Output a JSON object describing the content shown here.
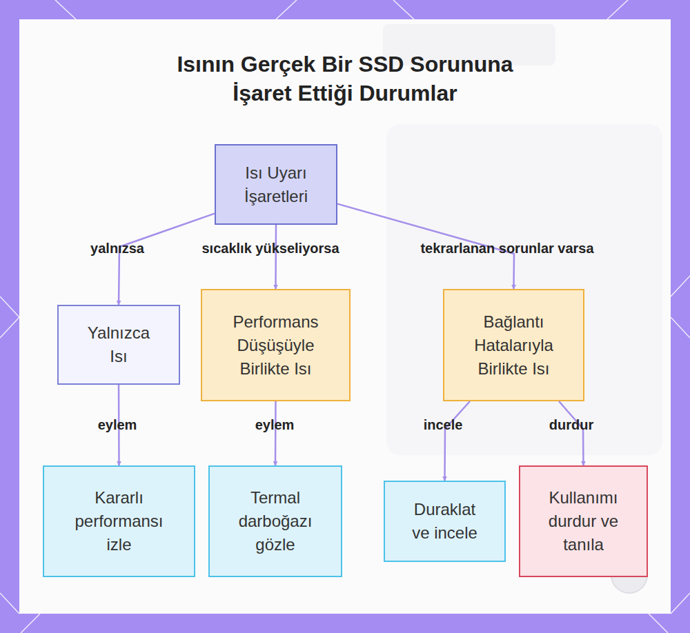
{
  "diagram": {
    "title": "Isının Gerçek Bir SSD Sorununa İşaret Ettiği Durumlar",
    "nodes": [
      {
        "text": [
          "Isı Uyarı İşaretleri"
        ]
      },
      {
        "text": [
          "Yalnızca Isı"
        ]
      },
      {
        "text": [
          "Performans Düşüşüyle Birlikte Isı"
        ]
      },
      {
        "text": [
          "Bağlantı Hatalarıyla Birlikte Isı"
        ]
      },
      {
        "text": [
          "Kararlı performansı izle"
        ]
      },
      {
        "text": [
          "Termal darboğazı gözle"
        ]
      },
      {
        "text": [
          "Duraklat ve incele"
        ]
      },
      {
        "text": [
          "Kullanımı durdur ve tanıla"
        ]
      }
    ],
    "edges": [
      {
        "from": 0,
        "to": 1,
        "label": "yalnızsa",
        "arrow": "to"
      },
      {
        "from": 0,
        "to": 2,
        "label": "sıcaklık yükseliyorsa",
        "arrow": "to"
      },
      {
        "from": 0,
        "to": 3,
        "label": "tekrarlanan sorunlar varsa",
        "arrow": "to"
      },
      {
        "from": 1,
        "to": 4,
        "label": "eylem",
        "arrow": "to"
      },
      {
        "from": 2,
        "to": 5,
        "label": "eylem",
        "arrow": "to"
      },
      {
        "from": 3,
        "to": 6,
        "label": "incele",
        "arrow": "to"
      },
      {
        "from": 3,
        "to": 7,
        "label": "durdur",
        "arrow": "to"
      }
    ]
  }
}
